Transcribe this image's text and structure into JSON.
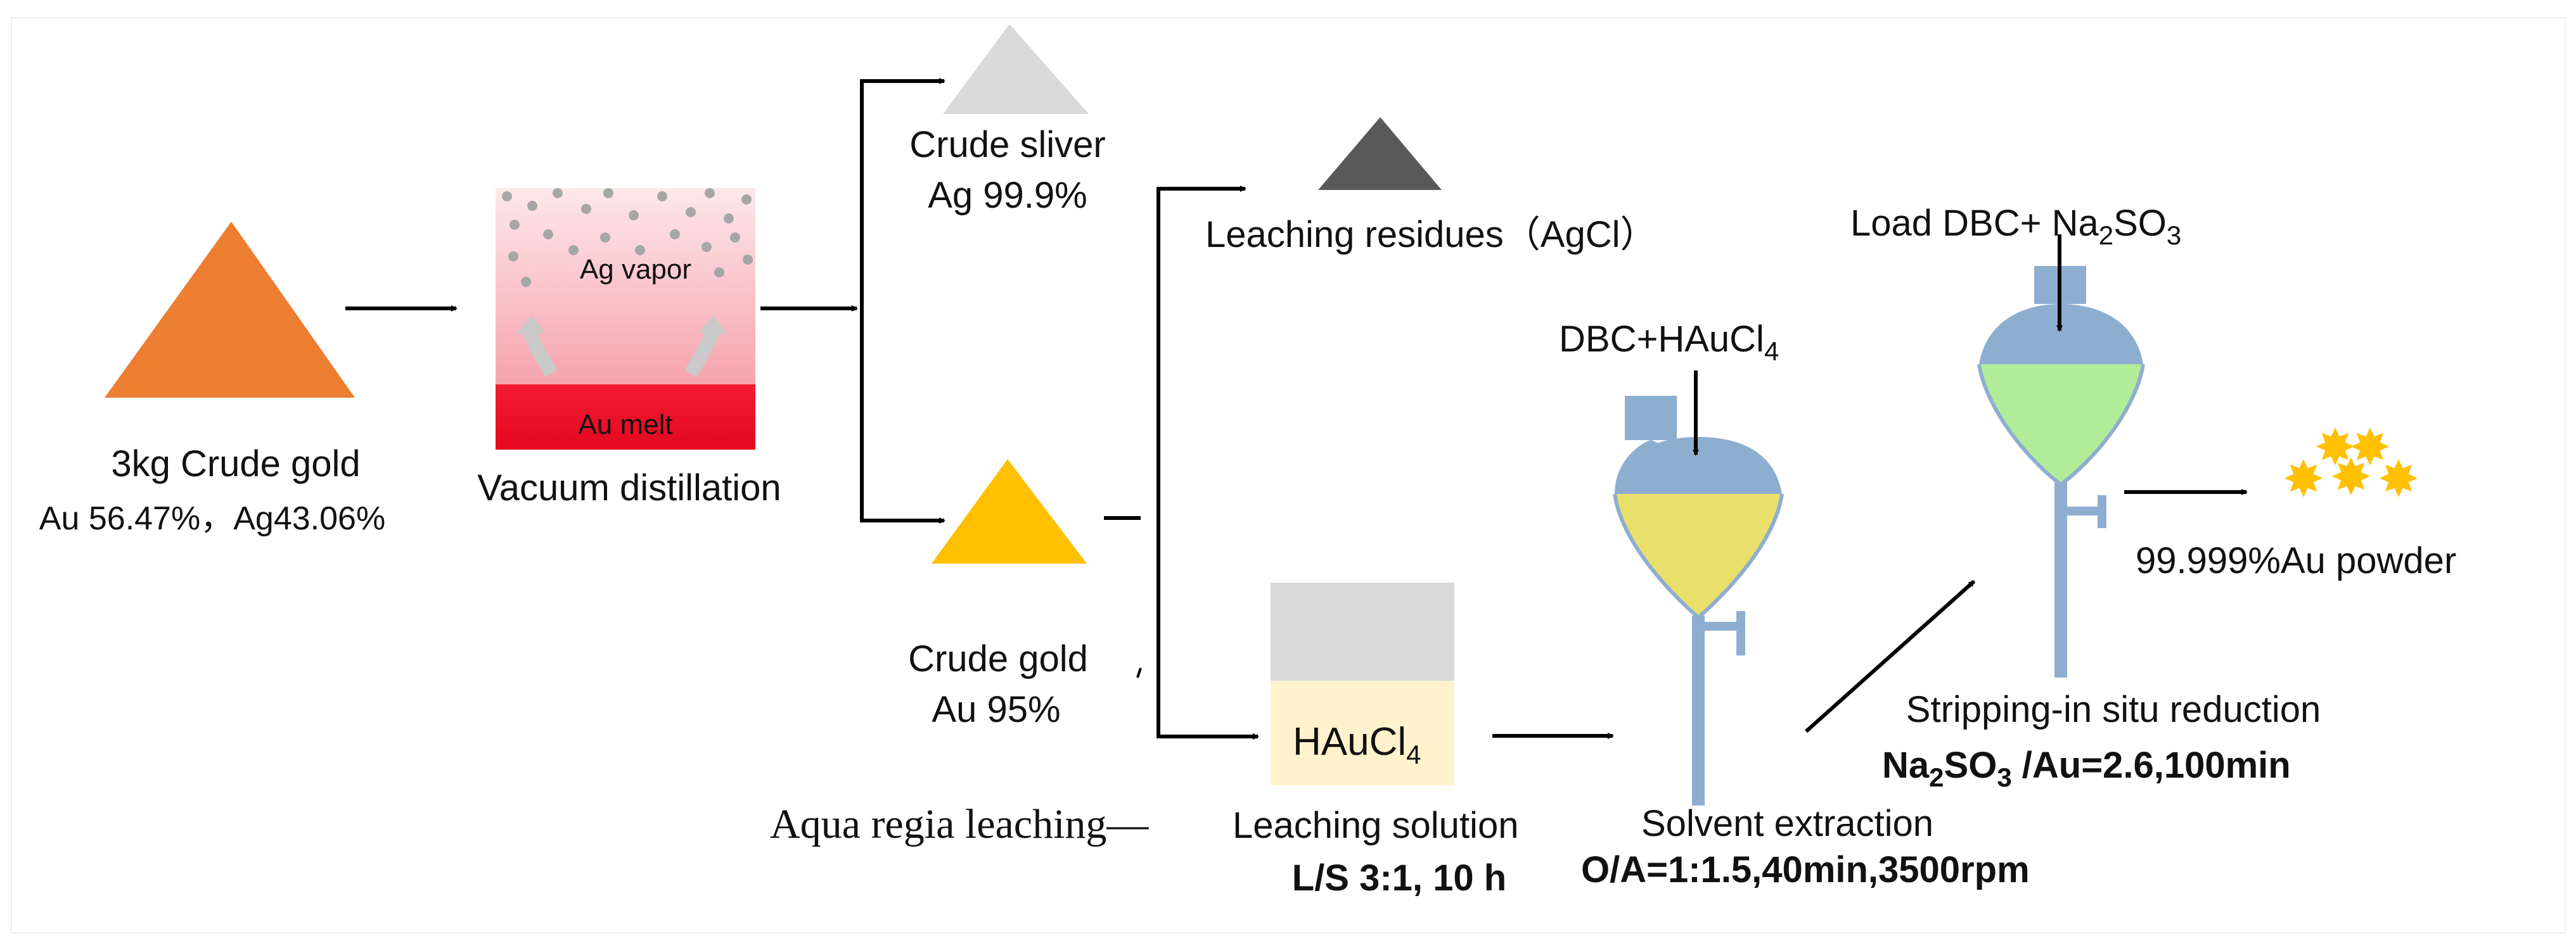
{
  "labels": {
    "crude_gold_title": "3kg Crude gold",
    "crude_gold_comp": "Au 56.47%，Ag43.06%",
    "ag_vapor": "Ag vapor",
    "au_melt": "Au melt",
    "vacuum_distillation": "Vacuum distillation",
    "crude_silver_title": "Crude sliver",
    "crude_silver_purity": "Ag 99.9%",
    "crude_gold2_title": "Crude gold",
    "crude_gold2_purity": "Au 95%",
    "leaching_residues": "Leaching residues（AgCl）",
    "hauCl4_base": "HAuCl",
    "hauCl4_sub": "4",
    "aqua_regia": "Aqua regia leaching—",
    "leaching_solution": "Leaching solution",
    "ls_ratio": "L/S 3:1, 10 h",
    "dbc_hau_base": "DBC+HAuCl",
    "dbc_hau_sub": "4",
    "solvent_extraction": "Solvent extraction",
    "oa_ratio": "O/A=1:1.5,40min,3500rpm",
    "load_dbc_a": "Load DBC+ Na",
    "load_dbc_sub1": "2",
    "load_dbc_b": "SO",
    "load_dbc_sub2": "3",
    "stripping": "Stripping-in situ reduction",
    "na2so3_a": "Na",
    "na2so3_sub1": "2",
    "na2so3_b": "SO",
    "na2so3_sub2": "3",
    "na2so3_c": " /Au=2.6,100min",
    "au_powder": "99.999%Au powder"
  },
  "colors": {
    "crude_gold": "#ED7D31",
    "crude_silver": "#D9D9D9",
    "residue": "#595959",
    "gold_product": "#FFC000",
    "organic_phase": "#8EAED0",
    "aqueous_yellow": "#E8E06A",
    "aqueous_green": "#B2EC98",
    "solution_yellow": "#FFF2CC",
    "solution_gray": "#D9D9D9",
    "vapor_top": "#FDE6E8",
    "vapor_bottom": "#F9A8B2",
    "melt_red": "#E8102A",
    "star": "#FFC000",
    "arrow": "#000000"
  }
}
